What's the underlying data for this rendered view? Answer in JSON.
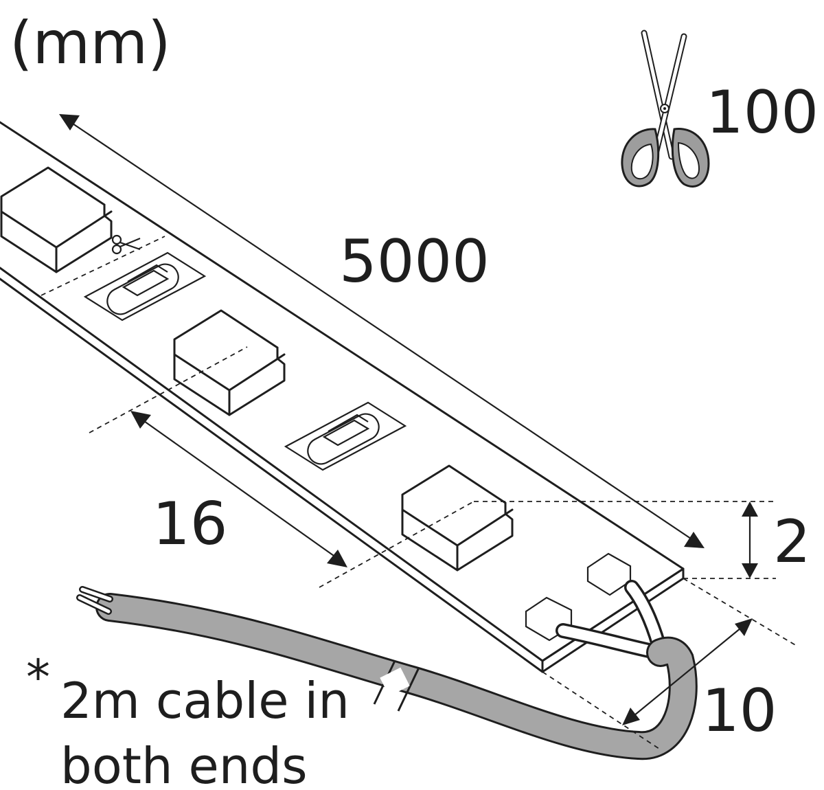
{
  "units_label": "(mm)",
  "dimensions": {
    "length": "5000",
    "cut_interval": "100",
    "pitch": "16",
    "height": "2",
    "width": "10"
  },
  "note": {
    "asterisk": "*",
    "line1": "2m cable in",
    "line2": "both ends"
  },
  "colors": {
    "ink": "#1e1e1e",
    "cable_fill": "#a6a6a6",
    "scissors_handle": "#9d9d9d",
    "background": "#ffffff"
  },
  "icons": {
    "cut": "scissors-icon"
  }
}
